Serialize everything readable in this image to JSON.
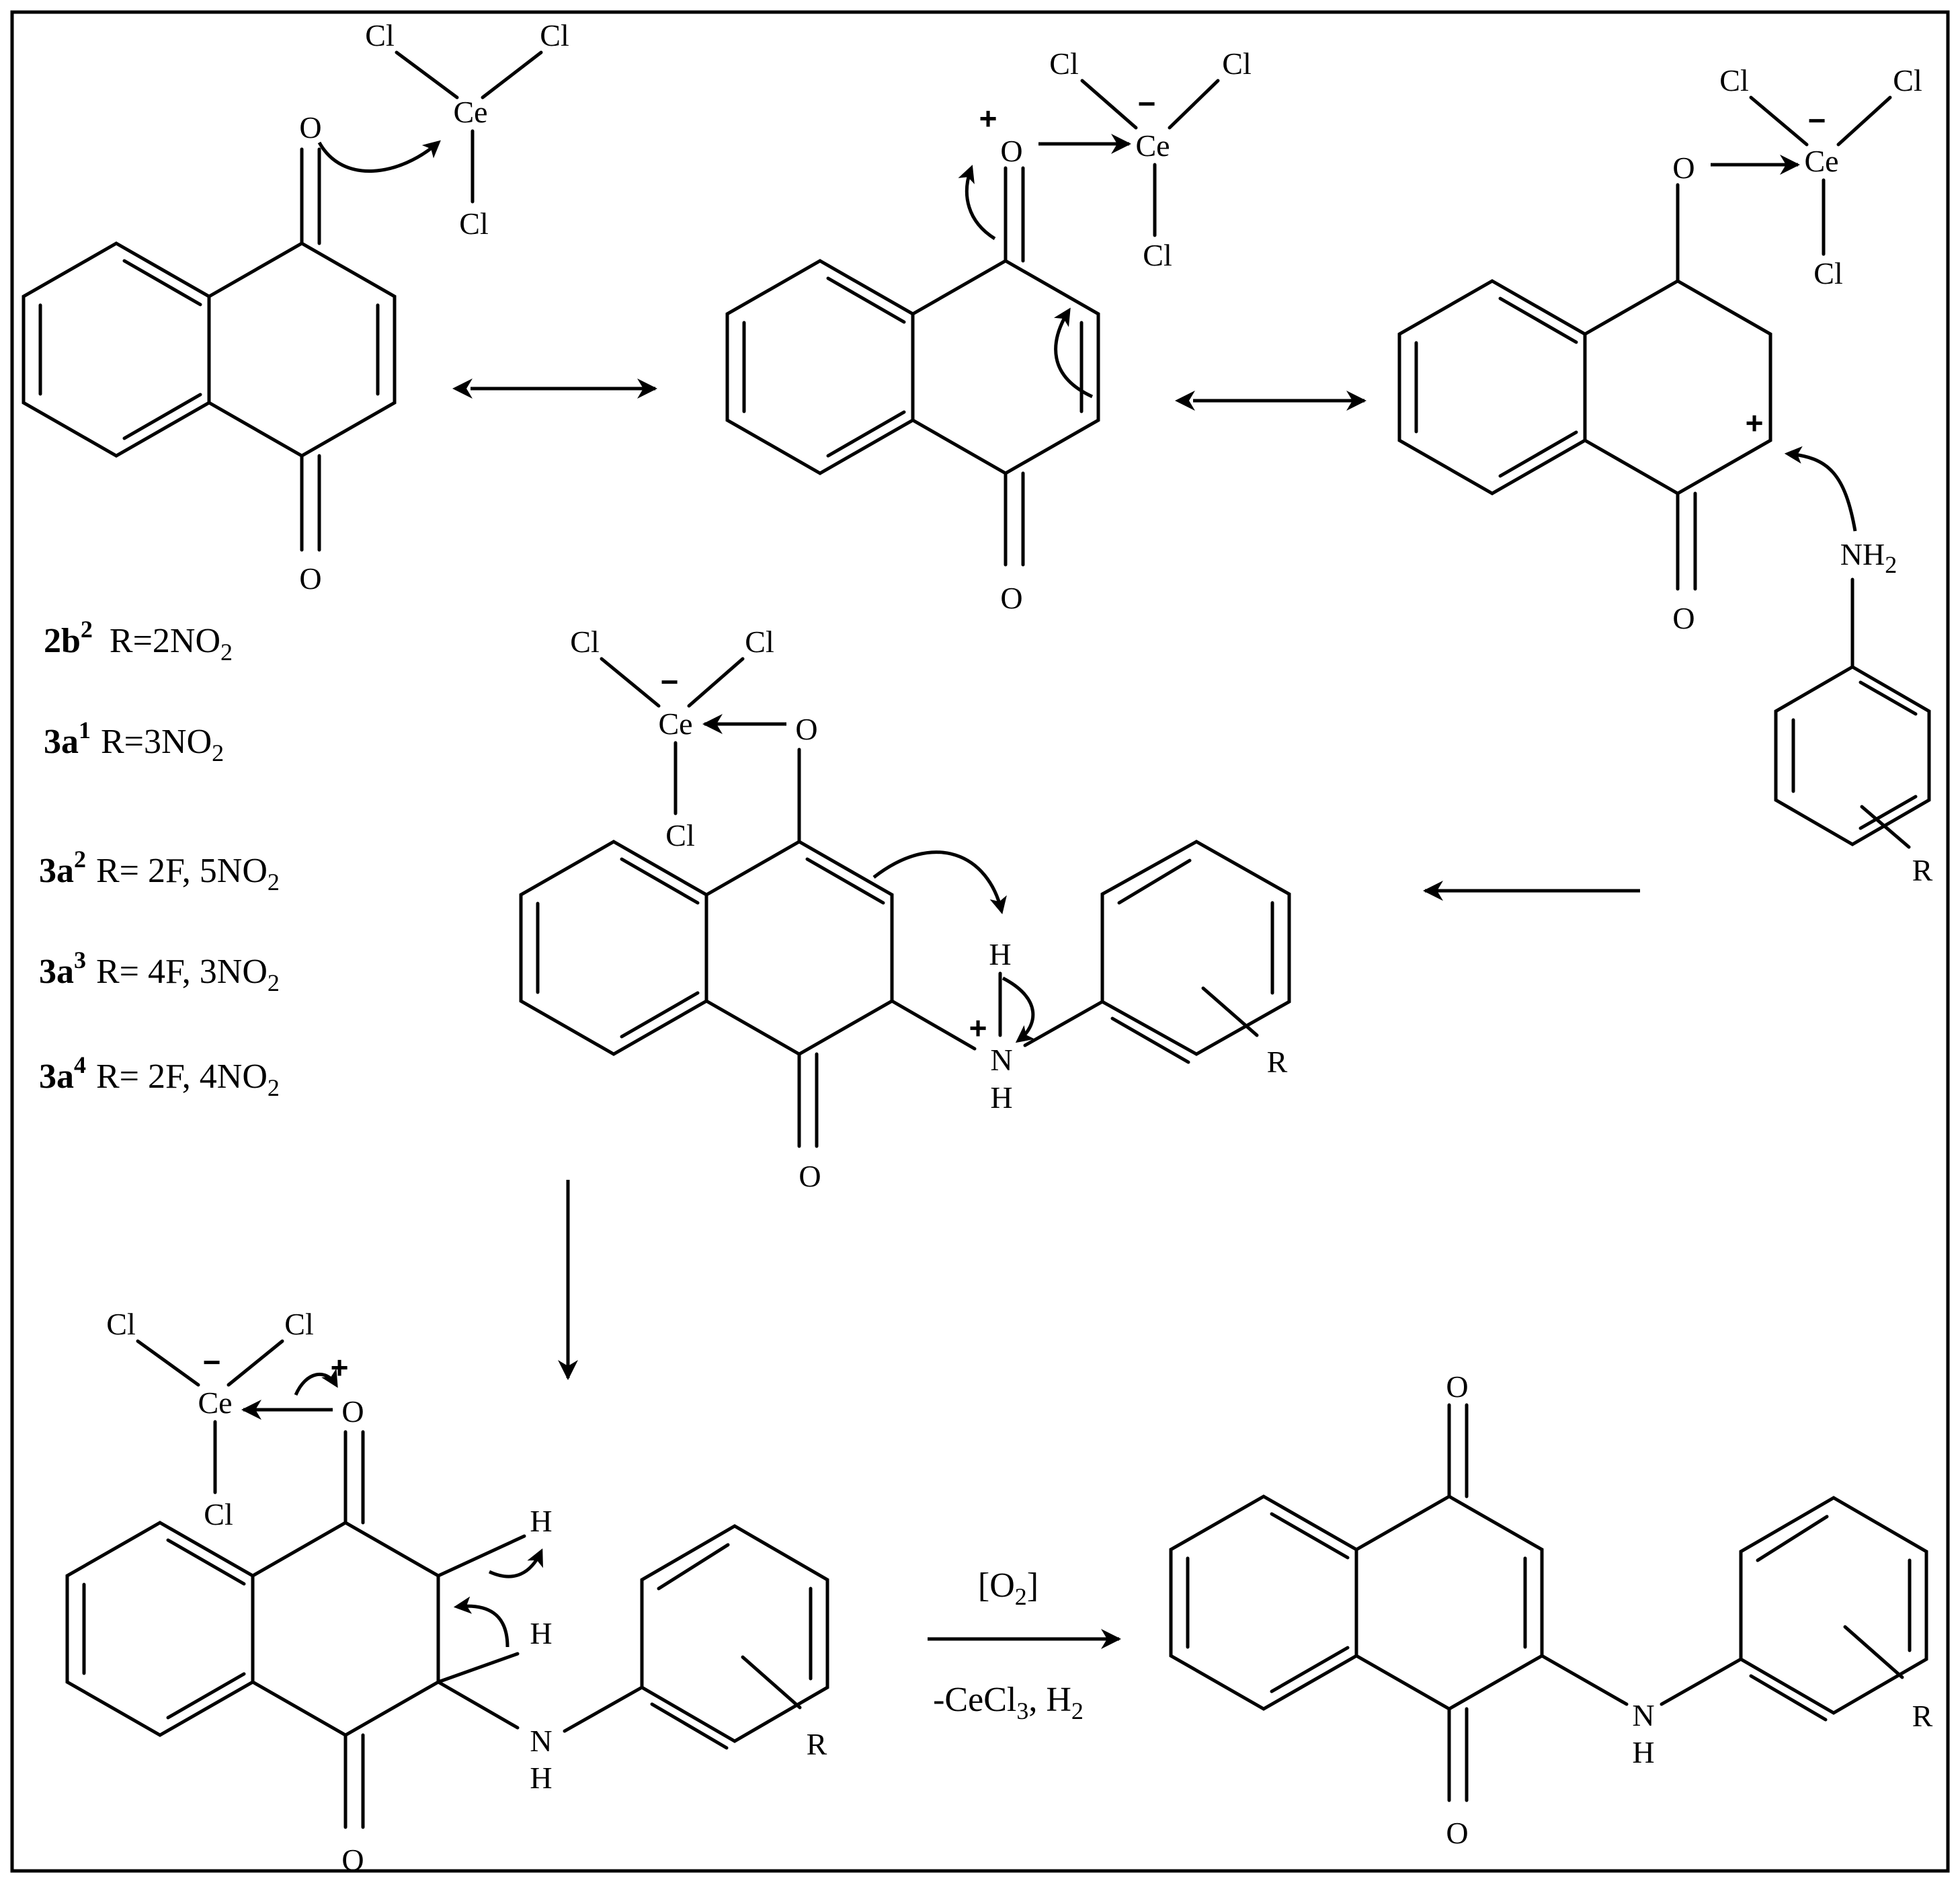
{
  "atoms": {
    "oxygen": "O",
    "chloride": "Cl",
    "cerium": "Ce",
    "amine": "NH",
    "amine_sub": "2",
    "nitrogen": "N",
    "hydrogen": "H",
    "substituent": "R"
  },
  "charges": {
    "plus": "+",
    "minus": "−"
  },
  "reaction": {
    "reagent": "[O",
    "reagent_sub": "2",
    "reagent_close": "]",
    "byproduct": "-CeCl",
    "byproduct_sub1": "3",
    "byproduct_mid": ", H",
    "byproduct_sub2": "2"
  },
  "compounds": [
    {
      "id": "2b",
      "sup": "2",
      "text": "R=2NO",
      "sub": "2"
    },
    {
      "id": "3a",
      "sup": "1",
      "text": "R=3NO",
      "sub": "2"
    },
    {
      "id": "3a",
      "sup": "2",
      "text": "R= 2F, 5NO",
      "sub": "2"
    },
    {
      "id": "3a",
      "sup": "3",
      "text": "R= 4F, 3NO",
      "sub": "2"
    },
    {
      "id": "3a",
      "sup": "4",
      "text": "R= 2F, 4NO",
      "sub": "2"
    }
  ]
}
